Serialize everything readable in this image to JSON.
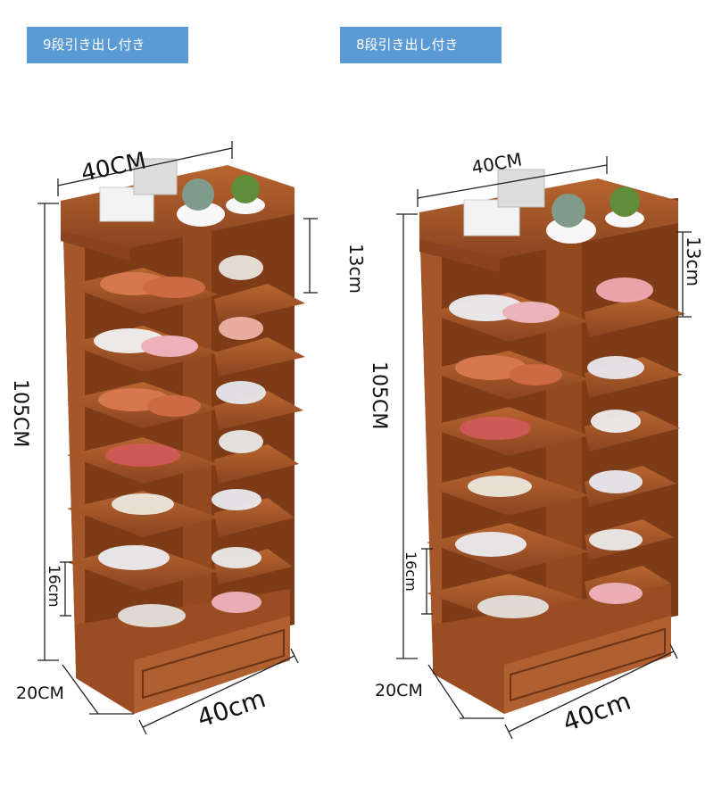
{
  "labels": {
    "left_tag": "9段引き出し付き",
    "right_tag": "8段引き出し付き"
  },
  "left": {
    "width_top": "40CM",
    "shelf_gap_top": "13cm",
    "height": "105CM",
    "shelf_gap_bottom": "16cm",
    "depth": "20CM",
    "width_bottom": "40cm"
  },
  "right": {
    "width_top": "40CM",
    "shelf_gap_top": "13cm",
    "height": "105CM",
    "shelf_gap_bottom": "16cm",
    "depth": "20CM",
    "width_bottom": "40cm"
  },
  "colors": {
    "wood": "#a0522d",
    "wood_dark": "#7a3a17",
    "wood_light": "#c46a35",
    "tag_bg": "#5b9bd5"
  }
}
